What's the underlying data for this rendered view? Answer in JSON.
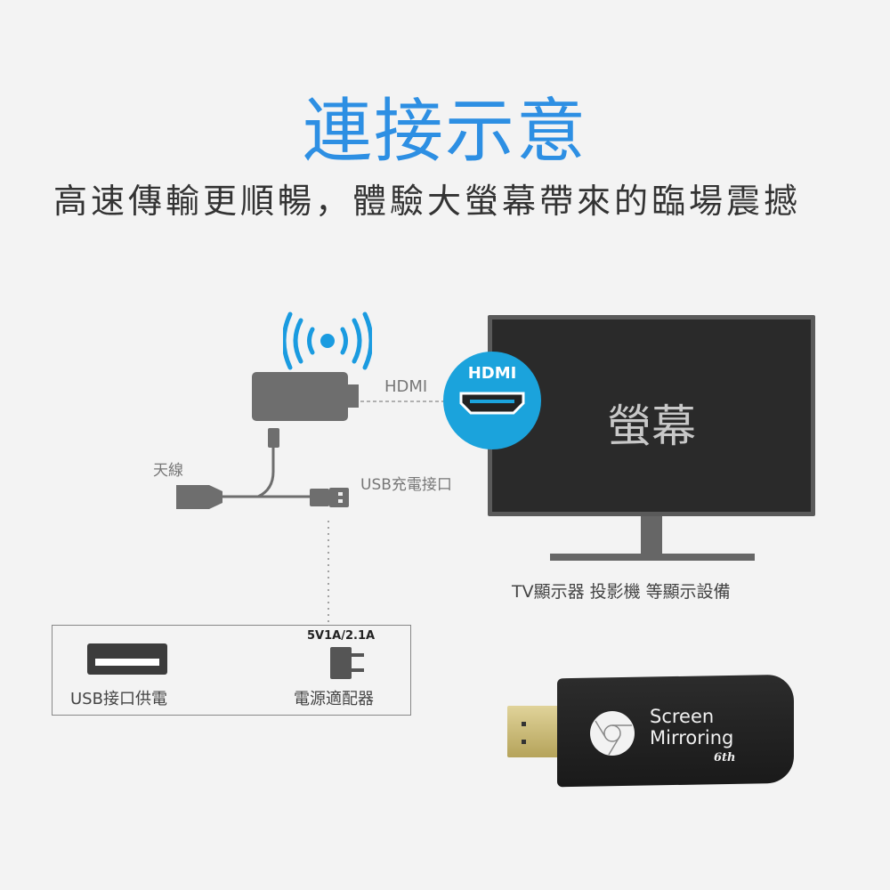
{
  "title": "連接示意",
  "subtitle": "高速傳輸更順暢，體驗大螢幕帶來的臨場震撼",
  "diagram": {
    "hdmi_label": "HDMI",
    "hdmi_badge": "HDMI",
    "antenna_label": "天線",
    "usb_charge_label": "USB充電接口",
    "screen_label": "螢幕",
    "tv_caption": "TV顯示器 投影機 等顯示設備",
    "power": {
      "usb_label": "USB接口供電",
      "adapter_spec": "5V1A/2.1A",
      "adapter_label": "電源適配器"
    }
  },
  "product": {
    "line1": "Screen",
    "line2": "Mirroring",
    "version": "6th"
  },
  "colors": {
    "accent": "#2d8fe3",
    "badge": "#1ba3dc"
  }
}
